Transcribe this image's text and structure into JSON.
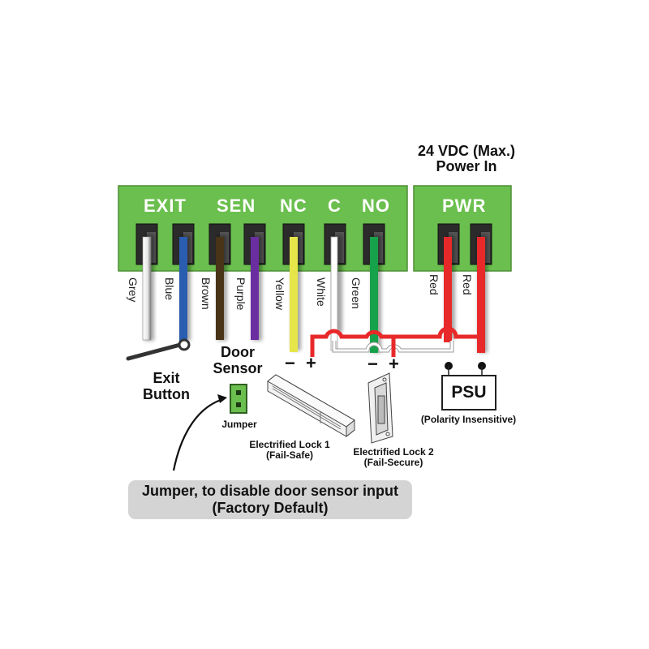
{
  "power_header": {
    "line1": "24 VDC (Max.)",
    "line2": "Power In"
  },
  "terminal_blocks": [
    {
      "name": "main-terminal-block",
      "color": "#6bbf4e",
      "groups": [
        {
          "label": "EXIT",
          "terminals": [
            "Grey",
            "Blue"
          ]
        },
        {
          "label": "SEN",
          "terminals": [
            "Brown",
            "Purple"
          ]
        },
        {
          "label": "NC",
          "terminals": [
            "Yellow"
          ]
        },
        {
          "label": "C",
          "terminals": [
            "White"
          ]
        },
        {
          "label": "NO",
          "terminals": [
            "Green"
          ]
        }
      ]
    },
    {
      "name": "power-terminal-block",
      "color": "#6bbf4e",
      "groups": [
        {
          "label": "PWR",
          "terminals": [
            "Red",
            "Red"
          ]
        }
      ]
    }
  ],
  "wires": [
    {
      "label": "Grey",
      "color": "#e0e0e0"
    },
    {
      "label": "Blue",
      "color": "#2a5db0"
    },
    {
      "label": "Brown",
      "color": "#4a3418"
    },
    {
      "label": "Purple",
      "color": "#6a2ea0"
    },
    {
      "label": "Yellow",
      "color": "#e6e64a"
    },
    {
      "label": "White",
      "color": "#ffffff"
    },
    {
      "label": "Green",
      "color": "#16a24a"
    },
    {
      "label": "Red",
      "color": "#e8292a"
    },
    {
      "label": "Red",
      "color": "#e8292a"
    }
  ],
  "components": {
    "exit_button": {
      "line1": "Exit",
      "line2": "Button"
    },
    "door_sensor": {
      "line1": "Door",
      "line2": "Sensor"
    },
    "jumper": {
      "label": "Jumper"
    },
    "lock1": {
      "line1": "Electrified Lock 1",
      "line2": "(Fail-Safe)",
      "minus": "−",
      "plus": "+"
    },
    "lock2": {
      "line1": "Electrified Lock 2",
      "line2": "(Fail-Secure)",
      "minus": "−",
      "plus": "+"
    },
    "psu": {
      "label": "PSU",
      "note": "(Polarity Insensitive)"
    }
  },
  "callout": {
    "line1": "Jumper, to disable door sensor input",
    "line2": "(Factory Default)"
  }
}
